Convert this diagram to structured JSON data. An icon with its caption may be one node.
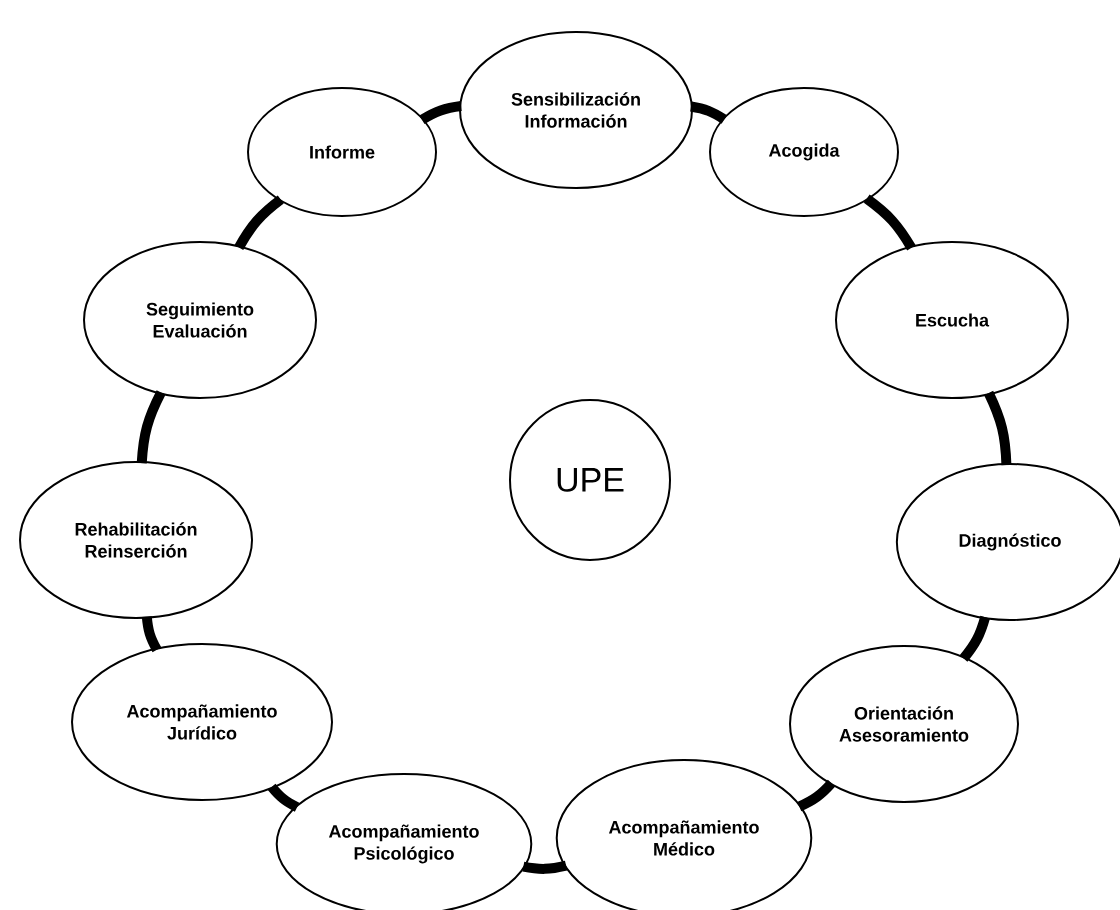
{
  "diagram": {
    "nodes": [
      {
        "text": [
          "UPE"
        ]
      },
      {
        "text": [
          "Sensibilización Información"
        ]
      },
      {
        "text": [
          "Acogida"
        ]
      },
      {
        "text": [
          "Escucha"
        ]
      },
      {
        "text": [
          "Diagnóstico"
        ]
      },
      {
        "text": [
          "Orientación Asesoramiento"
        ]
      },
      {
        "text": [
          "Acompañamiento Médico"
        ]
      },
      {
        "text": [
          "Acompañamiento Psicológico"
        ]
      },
      {
        "text": [
          "Acompañamiento Jurídico"
        ]
      },
      {
        "text": [
          "Rehabilitación Reinserción"
        ]
      },
      {
        "text": [
          "Seguimiento Evaluación"
        ]
      },
      {
        "text": [
          "Informe"
        ]
      }
    ],
    "edges": [
      {
        "from": 1,
        "to": 2,
        "arrow": "none"
      },
      {
        "from": 2,
        "to": 3,
        "arrow": "none"
      },
      {
        "from": 3,
        "to": 4,
        "arrow": "none"
      },
      {
        "from": 4,
        "to": 5,
        "arrow": "none"
      },
      {
        "from": 5,
        "to": 6,
        "arrow": "none"
      },
      {
        "from": 6,
        "to": 7,
        "arrow": "none"
      },
      {
        "from": 7,
        "to": 8,
        "arrow": "none"
      },
      {
        "from": 8,
        "to": 9,
        "arrow": "none"
      },
      {
        "from": 9,
        "to": 10,
        "arrow": "none"
      },
      {
        "from": 10,
        "to": 11,
        "arrow": "none"
      },
      {
        "from": 11,
        "to": 1,
        "arrow": "none"
      }
    ]
  }
}
